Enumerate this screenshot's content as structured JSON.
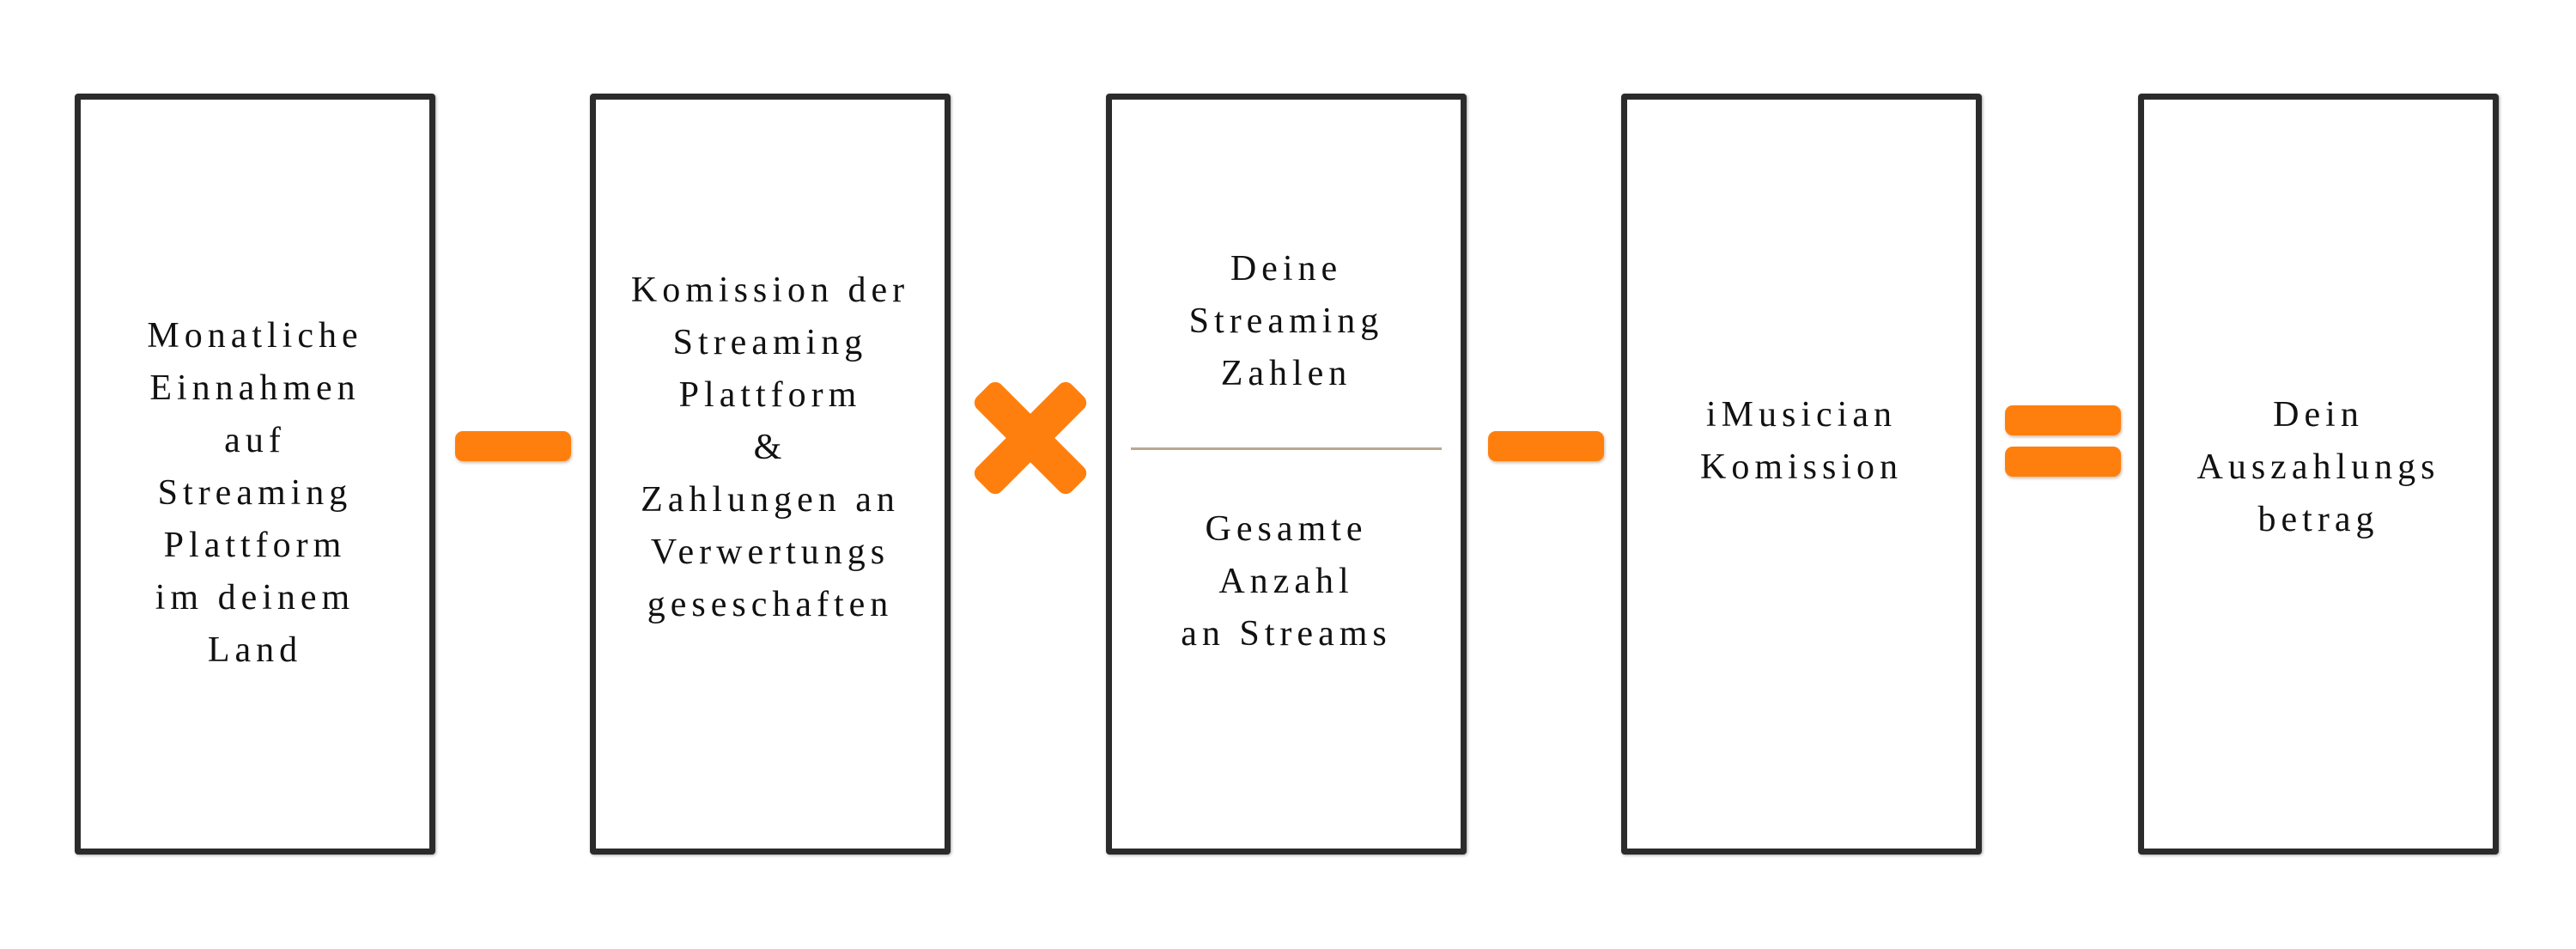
{
  "diagram": {
    "boxes": [
      {
        "id": "monthly-revenue",
        "text": "Monatliche\nEinnahmen\nauf\nStreaming\nPlattform\nim deinem\nLand"
      },
      {
        "id": "platform-commission",
        "text": "Komission der\nStreaming\nPlattform\n&\nZahlungen an\nVerwertungs\ngeseschaften"
      },
      {
        "id": "streaming-ratio",
        "numerator": "Deine\nStreaming\nZahlen",
        "denominator": "Gesamte\nAnzahl\nan Streams"
      },
      {
        "id": "imusician-commission",
        "text": "iMusician\nKomission"
      },
      {
        "id": "payout-amount",
        "text": "Dein\nAuszahlungs\nbetrag"
      }
    ],
    "operators": [
      {
        "symbol": "minus",
        "icon": "minus-icon"
      },
      {
        "symbol": "multiply",
        "icon": "multiply-icon"
      },
      {
        "symbol": "minus",
        "icon": "minus-icon"
      },
      {
        "symbol": "equals",
        "icon": "equals-icon"
      }
    ],
    "colors": {
      "operator": "#ff7f0e",
      "border": "#2b2b2b",
      "divider": "#b9a891"
    }
  }
}
